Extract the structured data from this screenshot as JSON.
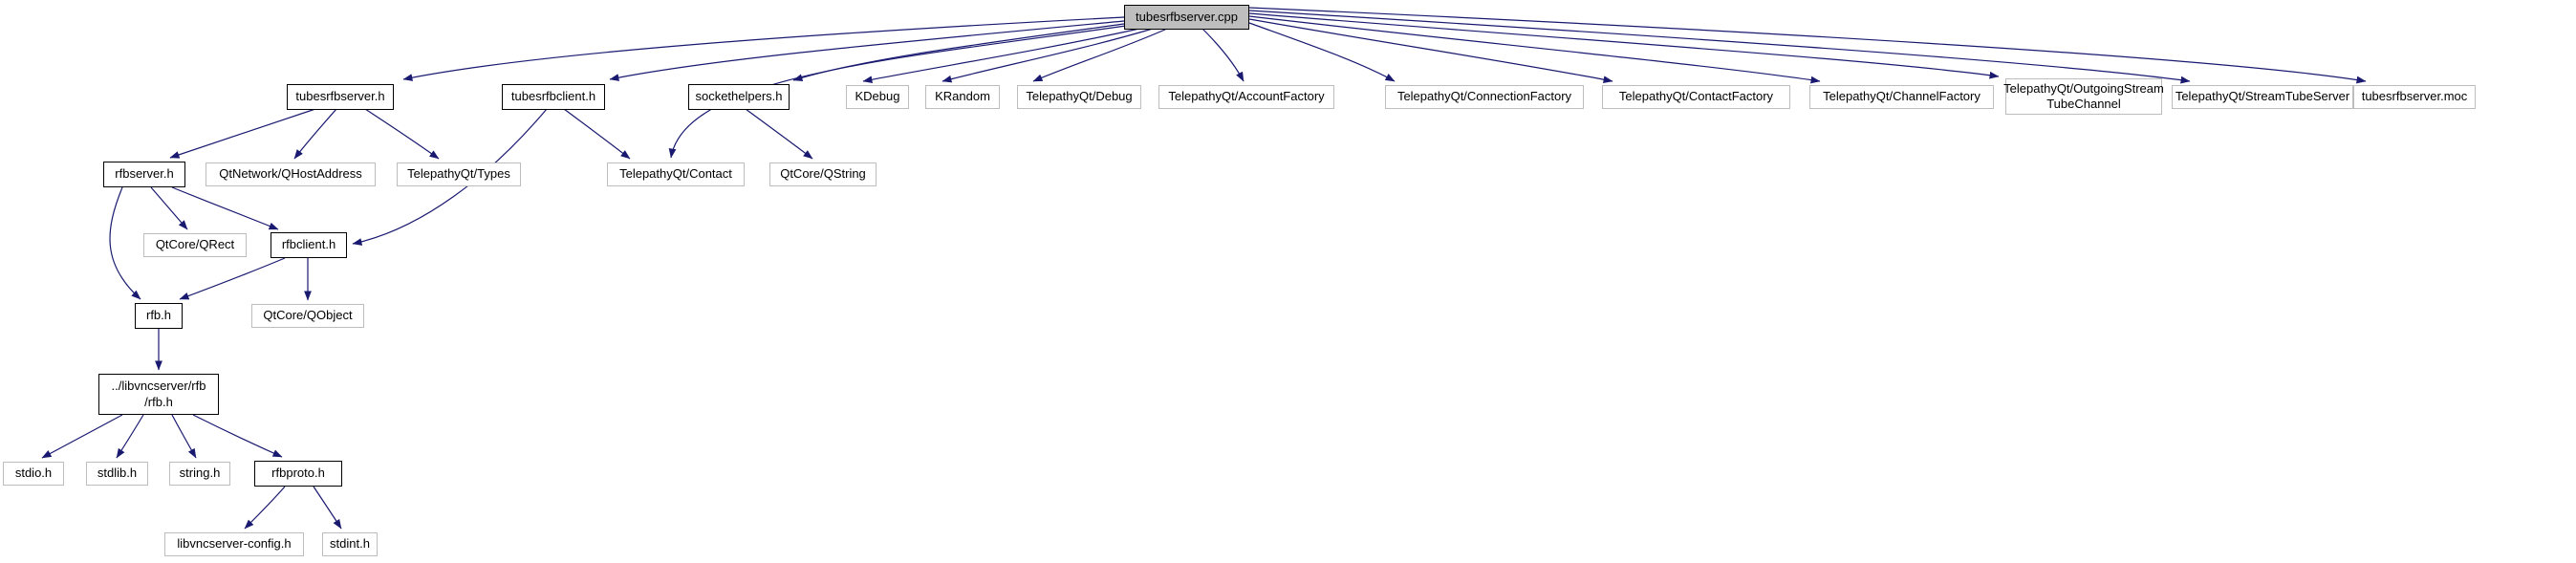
{
  "diagram": {
    "kind": "include-dependency-graph",
    "root_label": "tubesrfbserver.cpp",
    "colors": {
      "edge": "#191970",
      "root_fill": "#bebebe",
      "node_fill": "#ffffff",
      "linked_border": "#000000",
      "external_border": "#bdbdbd",
      "text": "#000000",
      "background": "#ffffff"
    }
  },
  "nodes": [
    {
      "id": "tubesrfbserver-cpp",
      "label": "tubesrfbserver.cpp",
      "kind": "root"
    },
    {
      "id": "tubesrfbserver-h",
      "label": "tubesrfbserver.h",
      "kind": "internal"
    },
    {
      "id": "tubesrfbclient-h",
      "label": "tubesrfbclient.h",
      "kind": "internal"
    },
    {
      "id": "sockethelpers-h",
      "label": "sockethelpers.h",
      "kind": "internal"
    },
    {
      "id": "kdebug",
      "label": "KDebug",
      "kind": "external"
    },
    {
      "id": "krandom",
      "label": "KRandom",
      "kind": "external"
    },
    {
      "id": "telepathyqt-debug",
      "label": "TelepathyQt/Debug",
      "kind": "external"
    },
    {
      "id": "telepathyqt-accountfactory",
      "label": "TelepathyQt/AccountFactory",
      "kind": "external"
    },
    {
      "id": "telepathyqt-connectionfactory",
      "label": "TelepathyQt/ConnectionFactory",
      "kind": "external"
    },
    {
      "id": "telepathyqt-contactfactory",
      "label": "TelepathyQt/ContactFactory",
      "kind": "external"
    },
    {
      "id": "telepathyqt-channelfactory",
      "label": "TelepathyQt/ChannelFactory",
      "kind": "external"
    },
    {
      "id": "telepathyqt-outgoingstreamtubechannel",
      "label": "TelepathyQt/OutgoingStream\nTubeChannel",
      "kind": "external"
    },
    {
      "id": "telepathyqt-streamtubeserver",
      "label": "TelepathyQt/StreamTubeServer",
      "kind": "external"
    },
    {
      "id": "tubesrfbserver-moc",
      "label": "tubesrfbserver.moc",
      "kind": "external"
    },
    {
      "id": "rfbserver-h",
      "label": "rfbserver.h",
      "kind": "internal"
    },
    {
      "id": "qtnetwork-qhostaddress",
      "label": "QtNetwork/QHostAddress",
      "kind": "external"
    },
    {
      "id": "telepathyqt-types",
      "label": "TelepathyQt/Types",
      "kind": "external"
    },
    {
      "id": "telepathyqt-contact",
      "label": "TelepathyQt/Contact",
      "kind": "external"
    },
    {
      "id": "qtcore-qstring",
      "label": "QtCore/QString",
      "kind": "external"
    },
    {
      "id": "qtcore-qrect",
      "label": "QtCore/QRect",
      "kind": "external"
    },
    {
      "id": "rfbclient-h",
      "label": "rfbclient.h",
      "kind": "internal"
    },
    {
      "id": "rfb-h",
      "label": "rfb.h",
      "kind": "internal"
    },
    {
      "id": "qtcore-qobject",
      "label": "QtCore/QObject",
      "kind": "external"
    },
    {
      "id": "libvncserver-rfb-rfb-h",
      "label": "../libvncserver/rfb\n/rfb.h",
      "kind": "internal"
    },
    {
      "id": "stdio-h",
      "label": "stdio.h",
      "kind": "external"
    },
    {
      "id": "stdlib-h",
      "label": "stdlib.h",
      "kind": "external"
    },
    {
      "id": "string-h",
      "label": "string.h",
      "kind": "external"
    },
    {
      "id": "rfbproto-h",
      "label": "rfbproto.h",
      "kind": "internal"
    },
    {
      "id": "libvncserver-config-h",
      "label": "libvncserver-config.h",
      "kind": "external"
    },
    {
      "id": "stdint-h",
      "label": "stdint.h",
      "kind": "external"
    }
  ],
  "edges": [
    {
      "from": "tubesrfbserver-cpp",
      "to": "tubesrfbserver-h"
    },
    {
      "from": "tubesrfbserver-cpp",
      "to": "tubesrfbclient-h"
    },
    {
      "from": "tubesrfbserver-cpp",
      "to": "sockethelpers-h"
    },
    {
      "from": "tubesrfbserver-cpp",
      "to": "kdebug"
    },
    {
      "from": "tubesrfbserver-cpp",
      "to": "krandom"
    },
    {
      "from": "tubesrfbserver-cpp",
      "to": "telepathyqt-debug"
    },
    {
      "from": "tubesrfbserver-cpp",
      "to": "telepathyqt-accountfactory"
    },
    {
      "from": "tubesrfbserver-cpp",
      "to": "telepathyqt-connectionfactory"
    },
    {
      "from": "tubesrfbserver-cpp",
      "to": "telepathyqt-contactfactory"
    },
    {
      "from": "tubesrfbserver-cpp",
      "to": "telepathyqt-channelfactory"
    },
    {
      "from": "tubesrfbserver-cpp",
      "to": "telepathyqt-outgoingstreamtubechannel"
    },
    {
      "from": "tubesrfbserver-cpp",
      "to": "telepathyqt-streamtubeserver"
    },
    {
      "from": "tubesrfbserver-cpp",
      "to": "tubesrfbserver-moc"
    },
    {
      "from": "tubesrfbserver-cpp",
      "to": "telepathyqt-contact"
    },
    {
      "from": "tubesrfbserver-h",
      "to": "rfbserver-h"
    },
    {
      "from": "tubesrfbserver-h",
      "to": "qtnetwork-qhostaddress"
    },
    {
      "from": "tubesrfbserver-h",
      "to": "telepathyqt-types"
    },
    {
      "from": "tubesrfbclient-h",
      "to": "telepathyqt-contact"
    },
    {
      "from": "tubesrfbclient-h",
      "to": "rfbclient-h"
    },
    {
      "from": "sockethelpers-h",
      "to": "qtcore-qstring"
    },
    {
      "from": "rfbserver-h",
      "to": "qtcore-qrect"
    },
    {
      "from": "rfbserver-h",
      "to": "rfbclient-h"
    },
    {
      "from": "rfbserver-h",
      "to": "rfb-h"
    },
    {
      "from": "rfbclient-h",
      "to": "rfb-h"
    },
    {
      "from": "rfbclient-h",
      "to": "qtcore-qobject"
    },
    {
      "from": "rfb-h",
      "to": "libvncserver-rfb-rfb-h"
    },
    {
      "from": "libvncserver-rfb-rfb-h",
      "to": "stdio-h"
    },
    {
      "from": "libvncserver-rfb-rfb-h",
      "to": "stdlib-h"
    },
    {
      "from": "libvncserver-rfb-rfb-h",
      "to": "string-h"
    },
    {
      "from": "libvncserver-rfb-rfb-h",
      "to": "rfbproto-h"
    },
    {
      "from": "rfbproto-h",
      "to": "libvncserver-config-h"
    },
    {
      "from": "rfbproto-h",
      "to": "stdint-h"
    }
  ]
}
